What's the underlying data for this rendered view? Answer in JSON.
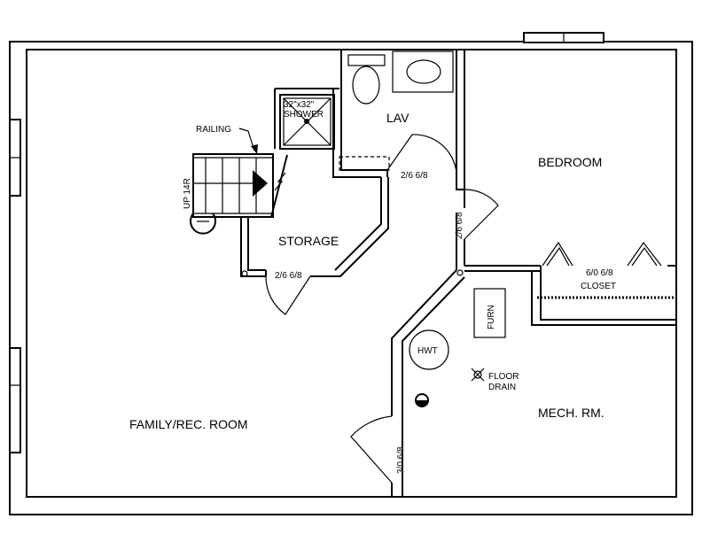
{
  "rooms": {
    "family": "FAMILY/REC. ROOM",
    "storage": "STORAGE",
    "lav": "LAV",
    "bedroom": "BEDROOM",
    "mech": "MECH. RM.",
    "closet": "CLOSET"
  },
  "labels": {
    "shower_size": "32\"x32\"",
    "shower": "SHOWER",
    "railing": "RAILING",
    "stair": "UP 14R",
    "door_lav": "2/6 6/8",
    "door_hall": "2/6 6/8",
    "door_storage": "2/6 6/8",
    "door_closet": "6/0 6/8",
    "door_mech": "3/0 6/8",
    "furnace": "FURN",
    "water_heater": "HWT",
    "floor_drain_1": "FLOOR",
    "floor_drain_2": "DRAIN"
  },
  "colors": {
    "line": "#000000",
    "background": "#ffffff"
  }
}
